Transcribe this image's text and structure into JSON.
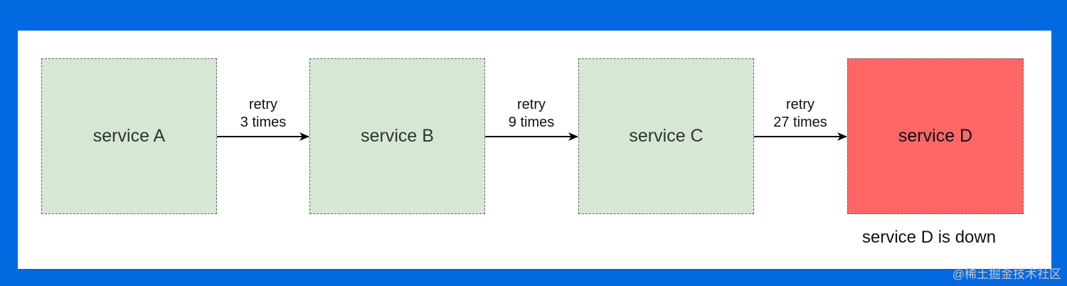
{
  "nodes": [
    {
      "id": "a",
      "label": "service A",
      "status": "ok"
    },
    {
      "id": "b",
      "label": "service B",
      "status": "ok"
    },
    {
      "id": "c",
      "label": "service C",
      "status": "ok"
    },
    {
      "id": "d",
      "label": "service D",
      "status": "down"
    }
  ],
  "edges": [
    {
      "from": "a",
      "to": "b",
      "line1": "retry",
      "line2": "3 times"
    },
    {
      "from": "b",
      "to": "c",
      "line1": "retry",
      "line2": "9 times"
    },
    {
      "from": "c",
      "to": "d",
      "line1": "retry",
      "line2": "27 times"
    }
  ],
  "note": "service D is down",
  "colors": {
    "background": "#0369e1",
    "canvas": "#ffffff",
    "node_ok_fill": "#d5e8d4",
    "node_down_fill": "#ff6666",
    "border": "#666666",
    "arrow": "#000000"
  },
  "watermark": "@稀土掘金技术社区"
}
